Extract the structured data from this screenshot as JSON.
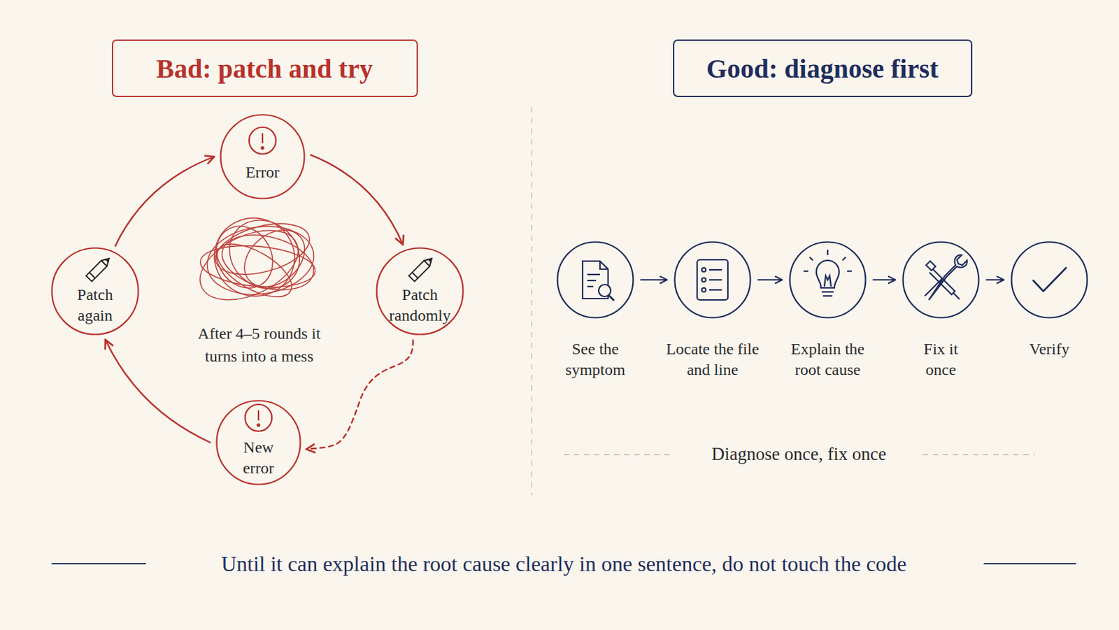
{
  "diagram": {
    "nodes": [
      {
        "text": [
          "Bad: patch and try"
        ]
      },
      {
        "text": [
          "Error"
        ]
      },
      {
        "text": [
          "Patch randomly"
        ]
      },
      {
        "text": [
          "New error"
        ]
      },
      {
        "text": [
          "Patch again"
        ]
      },
      {
        "text": [
          "Good: diagnose first"
        ]
      },
      {
        "text": [
          "See the symptom"
        ]
      },
      {
        "text": [
          "Locate the file and line"
        ]
      },
      {
        "text": [
          "Explain the root cause"
        ]
      },
      {
        "text": [
          "Fix it once"
        ]
      },
      {
        "text": [
          "Verify"
        ]
      }
    ],
    "edges": [
      {
        "from": 1,
        "to": 2,
        "arrow": "to"
      },
      {
        "from": 2,
        "to": 3,
        "arrow": "to"
      },
      {
        "from": 3,
        "to": 4,
        "arrow": "to"
      },
      {
        "from": 4,
        "to": 1,
        "arrow": "to"
      },
      {
        "from": 6,
        "to": 7,
        "arrow": "to"
      },
      {
        "from": 7,
        "to": 8,
        "arrow": "to"
      },
      {
        "from": 8,
        "to": 9,
        "arrow": "to"
      },
      {
        "from": 9,
        "to": 10,
        "arrow": "to"
      }
    ],
    "labels": [
      "After 4–5 rounds it turns into a mess",
      "Diagnose once, fix once"
    ],
    "caption": "Until it can explain the root cause clearly in one sentence, do not touch the code"
  }
}
